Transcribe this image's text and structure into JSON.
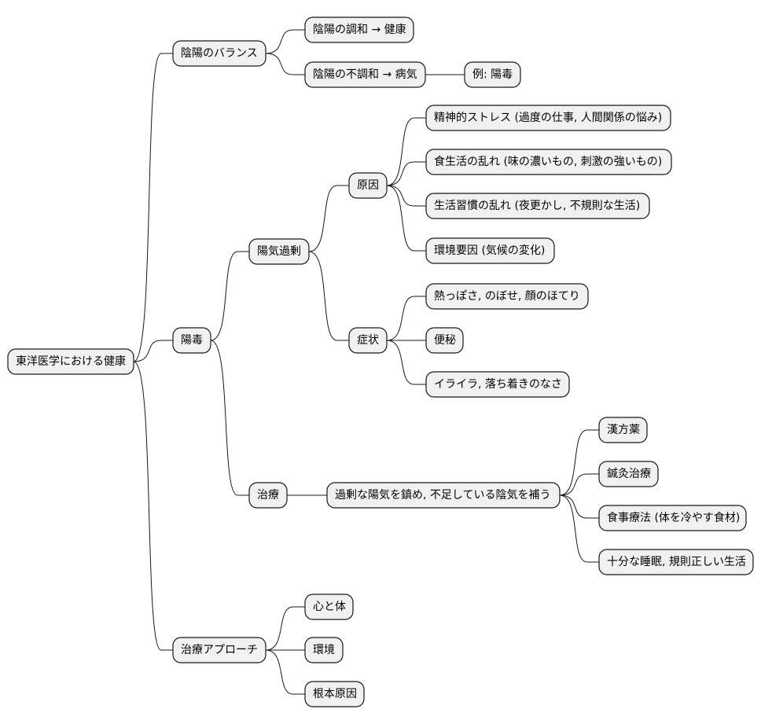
{
  "root": {
    "label": "東洋医学における健康",
    "children": [
      {
        "label": "陰陽のバランス",
        "children": [
          {
            "label": "陰陽の調和 → 健康"
          },
          {
            "label": "陰陽の不調和 → 病気",
            "children": [
              {
                "label": "例: 陽毒"
              }
            ]
          }
        ]
      },
      {
        "label": "陽毒",
        "children": [
          {
            "label": "陽気過剰",
            "children": [
              {
                "label": "原因",
                "children": [
                  {
                    "label": "精神的ストレス (過度の仕事, 人間関係の悩み)"
                  },
                  {
                    "label": "食生活の乱れ (味の濃いもの, 刺激の強いもの)"
                  },
                  {
                    "label": "生活習慣の乱れ (夜更かし, 不規則な生活)"
                  },
                  {
                    "label": "環境要因 (気候の変化)"
                  }
                ]
              },
              {
                "label": "症状",
                "children": [
                  {
                    "label": "熱っぽさ, のぼせ, 顔のほてり"
                  },
                  {
                    "label": "便秘"
                  },
                  {
                    "label": "イライラ, 落ち着きのなさ"
                  }
                ]
              }
            ]
          },
          {
            "label": "治療",
            "children": [
              {
                "label": "過剰な陽気を鎮め, 不足している陰気を補う",
                "children": [
                  {
                    "label": "漢方薬"
                  },
                  {
                    "label": "鍼灸治療"
                  },
                  {
                    "label": "食事療法 (体を冷やす食材)"
                  },
                  {
                    "label": "十分な睡眠, 規則正しい生活"
                  }
                ]
              }
            ]
          }
        ]
      },
      {
        "label": "治療アプローチ",
        "children": [
          {
            "label": "心と体"
          },
          {
            "label": "環境"
          },
          {
            "label": "根本原因"
          }
        ]
      }
    ]
  }
}
